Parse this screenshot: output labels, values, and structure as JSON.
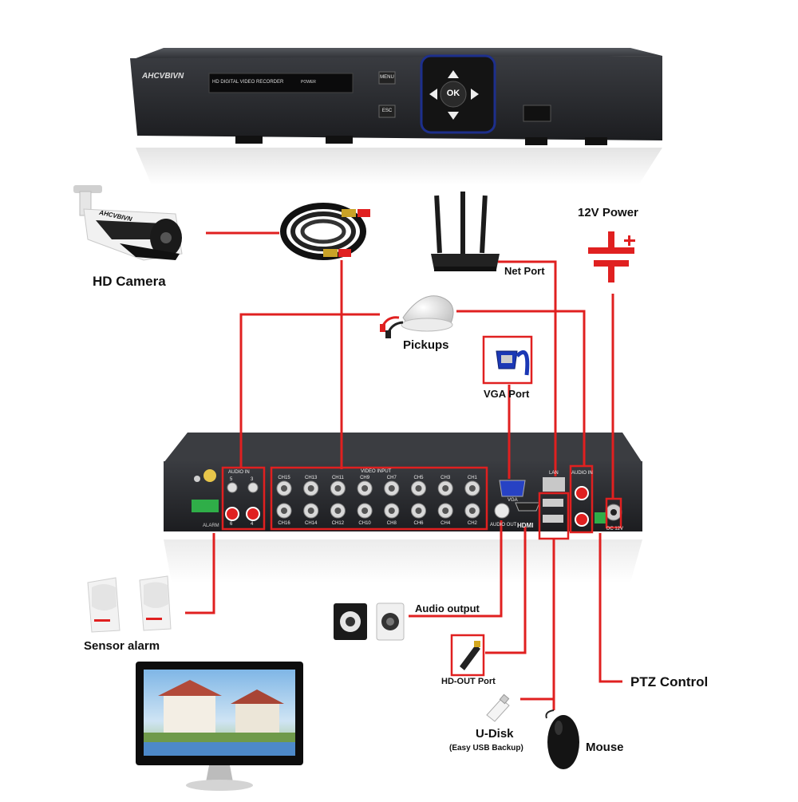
{
  "brand": "AHCVBIVN",
  "front_panel": {
    "model_text": "HD DIGITAL VIDEO RECORDER",
    "power_text": "POWER",
    "menu_label": "MENU",
    "esc_label": "ESC",
    "ok_label": "OK"
  },
  "rear_panel": {
    "audio_in_label": "AUDIO IN",
    "video_input_label": "VIDEO INPUT",
    "top_channels": [
      "CH15",
      "CH13",
      "CH11",
      "CH9",
      "CH7",
      "CH5",
      "CH3",
      "CH1"
    ],
    "bottom_channels": [
      "CH16",
      "CH14",
      "CH12",
      "CH10",
      "CH8",
      "CH6",
      "CH4",
      "CH2"
    ],
    "audio_left_top": [
      "5",
      "3"
    ],
    "audio_left_bottom": [
      "6",
      "4"
    ],
    "alarm_label": "ALARM",
    "vga_label": "VGA",
    "lan_label": "LAN",
    "audio_out_label": "AUDIO OUT",
    "hdmi_label": "HDMI",
    "audio_in_right_label": "AUDIO IN",
    "dc_label": "DC 12V"
  },
  "labels": {
    "hd_camera": "HD Camera",
    "power": "12V Power",
    "net_port": "Net Port",
    "pickups": "Pickups",
    "vga_port": "VGA Port",
    "audio_output": "Audio output",
    "sensor_alarm": "Sensor alarm",
    "hd_out_port": "HD-OUT Port",
    "ptz_control": "PTZ Control",
    "u_disk": "U-Disk",
    "u_disk_sub": "(Easy USB Backup)",
    "mouse": "Mouse"
  },
  "colors": {
    "connector_red": "#e02020",
    "dvr_body": "#2b2d31",
    "panel_blue": "#1d2f8c"
  }
}
